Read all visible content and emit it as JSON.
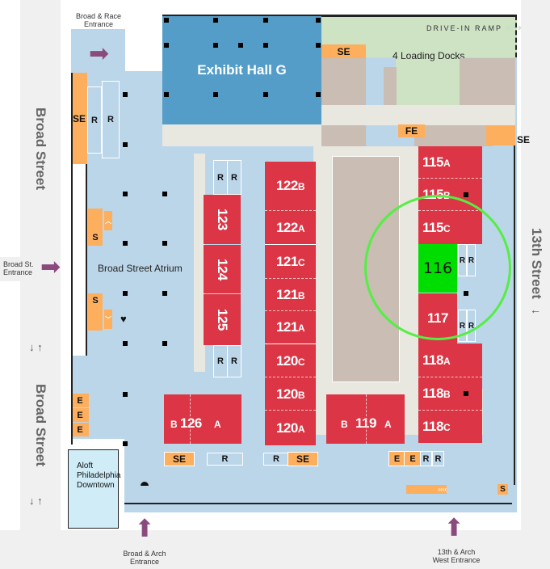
{
  "streets": {
    "west": "Broad Street",
    "west_lower": "Broad Street",
    "east": "13th Street",
    "east_arrow": "←",
    "west_direction_arrows": "↓ ↑"
  },
  "entrances": {
    "broad_race": "Broad & Race Entrance",
    "broad_st_line1": "Broad St.",
    "broad_st_line2": "Entrance",
    "broad_arch": "Broad & Arch Entrance",
    "thirteenth_arch_line1": "13th & Arch",
    "thirteenth_arch_line2": "West Entrance",
    "drive_in_ramp": "DRIVE-IN RAMP"
  },
  "areas": {
    "exhibit_hall": "Exhibit Hall G",
    "loading_docks": "4 Loading Docks",
    "atrium": "Broad Street Atrium",
    "hotel_line1": "Aloft",
    "hotel_line2": "Philadelphia",
    "hotel_line3": "Downtown"
  },
  "rooms": {
    "r123": "123",
    "r124": "124",
    "r125": "125",
    "r122b": {
      "num": "122",
      "suffix": "B"
    },
    "r122a": {
      "num": "122",
      "suffix": "A"
    },
    "r121c": {
      "num": "121",
      "suffix": "C"
    },
    "r121b": {
      "num": "121",
      "suffix": "B"
    },
    "r121a": {
      "num": "121",
      "suffix": "A"
    },
    "r120c": {
      "num": "120",
      "suffix": "C"
    },
    "r120b": {
      "num": "120",
      "suffix": "B"
    },
    "r120a": {
      "num": "120",
      "suffix": "A"
    },
    "r115a": {
      "num": "115",
      "suffix": "A"
    },
    "r115b": {
      "num": "115",
      "suffix": "B"
    },
    "r115c": {
      "num": "115",
      "suffix": "C"
    },
    "r116": "116",
    "r117": "117",
    "r118a": {
      "num": "118",
      "suffix": "A"
    },
    "r118b": {
      "num": "118",
      "suffix": "B"
    },
    "r118c": {
      "num": "118",
      "suffix": "C"
    },
    "r126": {
      "num": "126",
      "left": "B",
      "right": "A"
    },
    "r119": {
      "num": "119",
      "left": "B",
      "right": "A"
    }
  },
  "amenities": {
    "se": "SE",
    "fe": "FE",
    "r": "R",
    "e": "E",
    "s": "S"
  },
  "highlight": {
    "room": "116",
    "color": "#00dd00",
    "ring_color": "#55ee44"
  },
  "colors": {
    "room_red": "#dc3545",
    "floor_blue": "#bcd6e9",
    "hall_blue": "#559dc9",
    "amenity_orange": "#fdaf5e",
    "service_tan": "#c9bdb4",
    "dock_green": "#cde3c4",
    "entrance_purple": "#8a4a7e"
  }
}
